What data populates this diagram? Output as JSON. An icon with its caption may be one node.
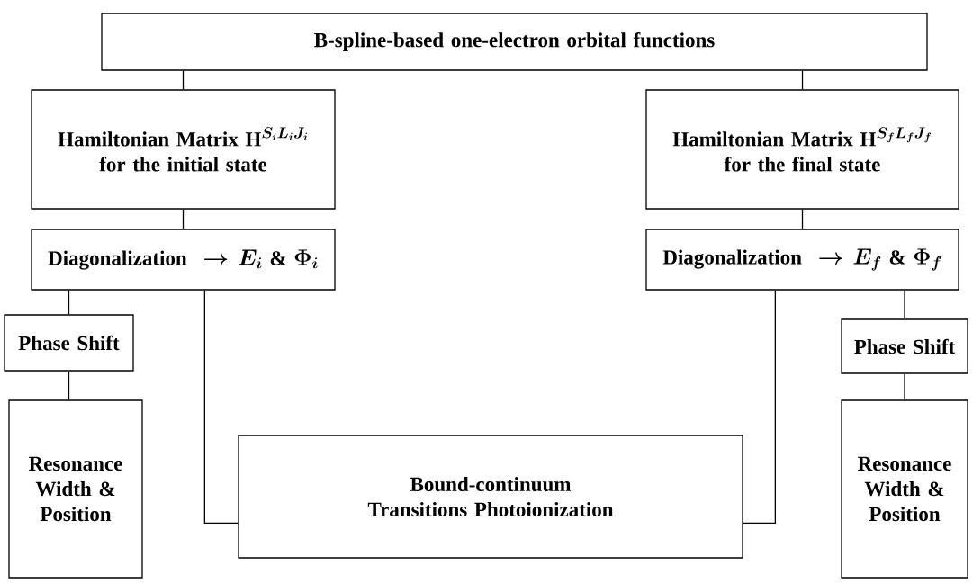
{
  "diagram": {
    "nodes": [
      {
        "text": [
          "B-spline-based one-electron orbital functions"
        ]
      },
      {
        "text": [
          "\\text{Hamiltonian Matrix }\\mathrm{H}^{S_iL_iJ_i}",
          "for the initial state"
        ]
      },
      {
        "text": [
          "\\text{Hamiltonian Matrix }\\mathrm{H}^{S_fL_fJ_f}",
          "for the final state"
        ]
      },
      {
        "text": [
          "\\text{Diagonalization }\\rightarrow E_i\\ \\text{\\&}\\ \\Phi_i"
        ]
      },
      {
        "text": [
          "\\text{Diagonalization }\\rightarrow E_f\\ \\text{\\&}\\ \\Phi_f"
        ]
      },
      {
        "text": [
          "Phase Shift"
        ]
      },
      {
        "text": [
          "Phase Shift"
        ]
      },
      {
        "text": [
          "Resonance Width & Position"
        ]
      },
      {
        "text": [
          "Resonance Width & Position"
        ]
      },
      {
        "text": [
          "Bound-continuum Transitions Photoionization"
        ]
      }
    ],
    "edges": [
      {
        "from": 0,
        "to": 1,
        "arrow": "none"
      },
      {
        "from": 0,
        "to": 2,
        "arrow": "none"
      },
      {
        "from": 1,
        "to": 3,
        "arrow": "none"
      },
      {
        "from": 2,
        "to": 4,
        "arrow": "none"
      },
      {
        "from": 3,
        "to": 5,
        "arrow": "none"
      },
      {
        "from": 5,
        "to": 7,
        "arrow": "none"
      },
      {
        "from": 3,
        "to": 9,
        "arrow": "none"
      },
      {
        "from": 4,
        "to": 9,
        "arrow": "none"
      },
      {
        "from": 4,
        "to": 6,
        "arrow": "none"
      },
      {
        "from": 6,
        "to": 8,
        "arrow": "none"
      }
    ]
  }
}
